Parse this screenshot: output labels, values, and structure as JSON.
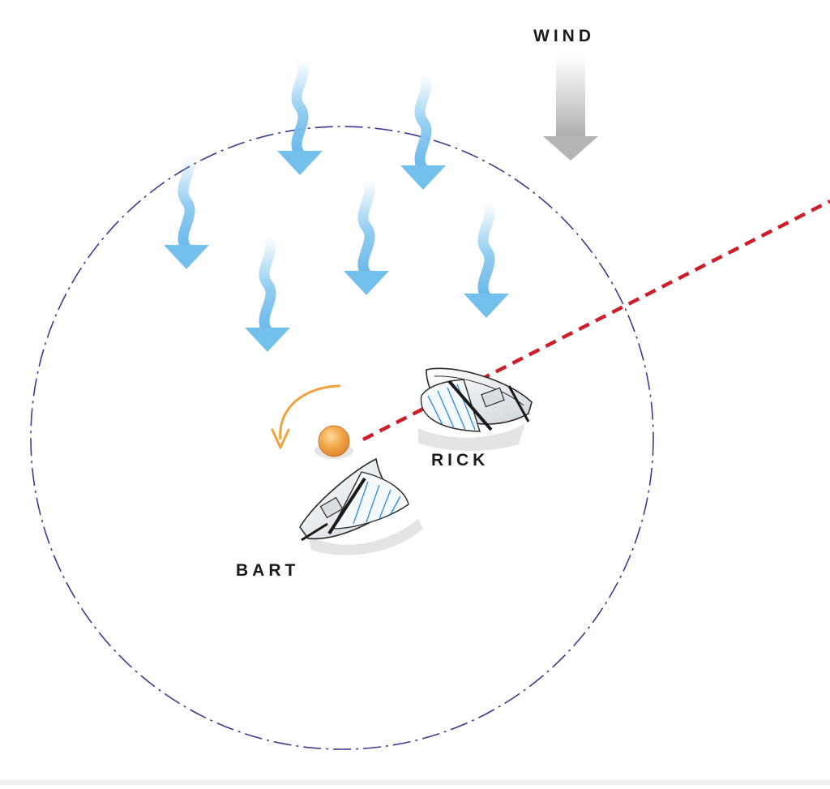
{
  "labels": {
    "wind": "WIND",
    "rick": "RICK",
    "bart": "BART"
  },
  "colors": {
    "circle": "#3b3b8f",
    "gust": "#7cc3ee",
    "wind_arrow": "#c8c8c8",
    "layline": "#cc1f2a",
    "mark": "#f0a23c",
    "rotation_arrow": "#f0a23c",
    "sail_lines": "#3a8fd6"
  },
  "icons": {
    "wind_arrow": "down-arrow-icon",
    "gust_arrow": "wavy-down-arrow-icon",
    "rotation": "counterclockwise-arrow-icon",
    "mark": "buoy-icon"
  }
}
